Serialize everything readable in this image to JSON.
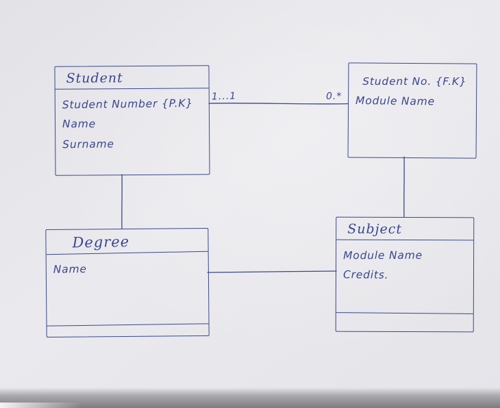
{
  "diagram": {
    "ink_color": "#3a468f",
    "paper_color": "#e8e8ec",
    "entities": [
      {
        "id": "student",
        "title": "Student",
        "attributes": [
          "Student Number  {P.K}",
          "Name",
          "Surname"
        ]
      },
      {
        "id": "student-module",
        "title": "",
        "attributes": [
          "Student No. {F.K}",
          "Module Name"
        ]
      },
      {
        "id": "degree",
        "title": "Degree",
        "attributes": [
          "Name"
        ]
      },
      {
        "id": "subject",
        "title": "Subject",
        "attributes": [
          "Module Name",
          "Credits."
        ]
      }
    ],
    "relationships": [
      {
        "from": "student",
        "to": "student-module",
        "multiplicity_from": "1...1",
        "multiplicity_to": "0.*"
      },
      {
        "from": "student",
        "to": "degree"
      },
      {
        "from": "student-module",
        "to": "subject"
      },
      {
        "from": "degree",
        "to": "subject"
      }
    ]
  }
}
